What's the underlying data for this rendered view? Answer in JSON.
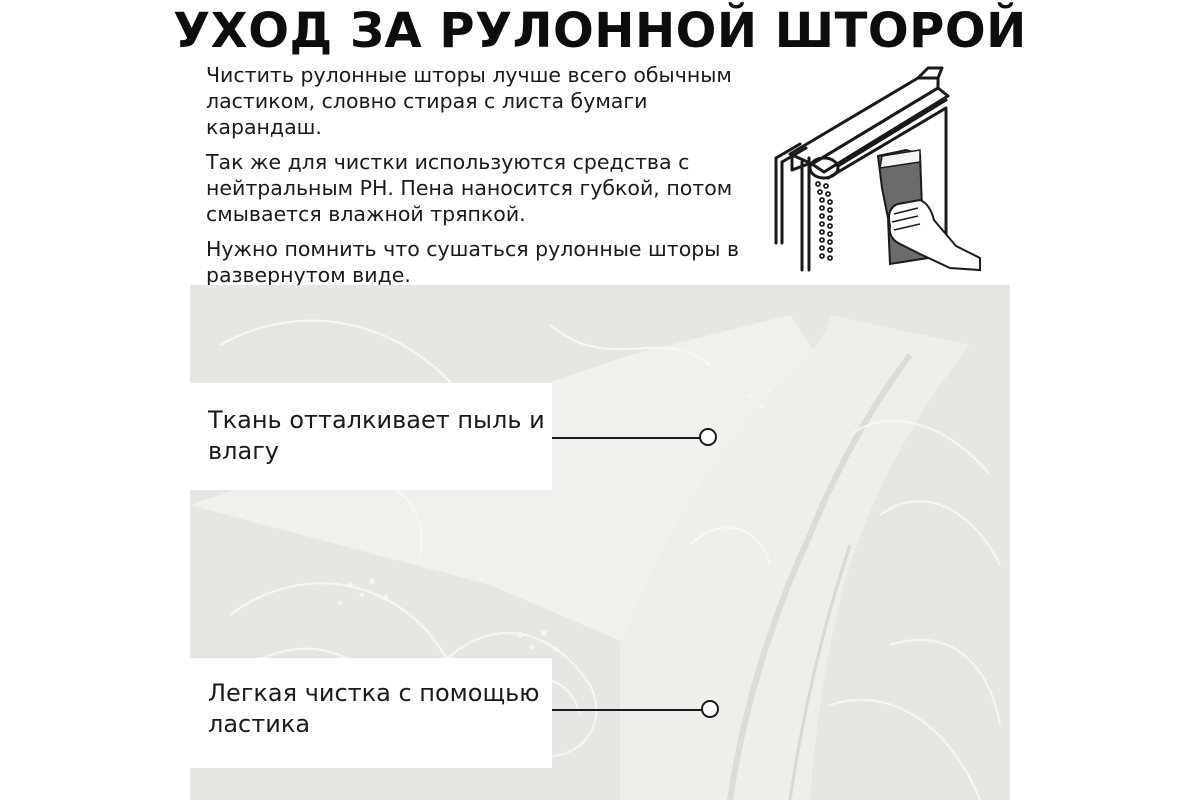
{
  "title": "УХОД ЗА РУЛОННОЙ ШТОРОЙ",
  "instructions": [
    "Чистить рулонные шторы лучше всего обычным ластиком, словно стирая с листа бумаги карандаш.",
    "Так же для чистки используются средства с нейтральным РН. Пена наносится губкой, потом смывается влажной тряпкой.",
    "Нужно помнить что сушаться рулонные шторы в развернутом виде."
  ],
  "callouts": [
    "Ткань отталкивает пыль и влагу",
    "Легкая чистка с помощью ластика"
  ],
  "illustration_icon": "roller-blind-cleaning-icon",
  "colors": {
    "text": "#1a1a1a",
    "fabric": "#e7e6e3",
    "fabric_light": "#f0efec",
    "background": "#ffffff"
  }
}
